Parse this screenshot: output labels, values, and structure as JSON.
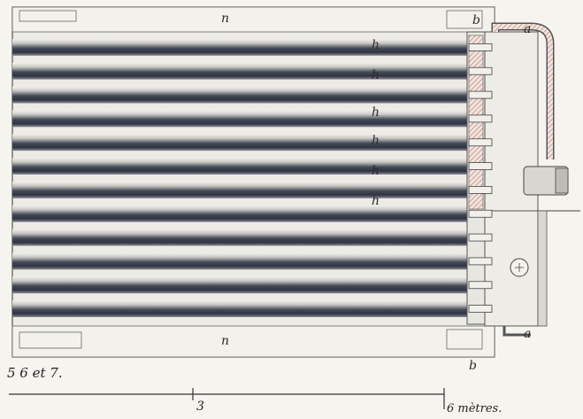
{
  "figure": {
    "caption": "5 6 et 7.",
    "labels": {
      "n_top": "n",
      "n_bottom": "n",
      "b_top": "b",
      "b_bottom": "b",
      "a_top": "a",
      "a_bottom": "a",
      "h": "h"
    },
    "scale": {
      "mid_label": "3",
      "end_label": "6 mètres."
    },
    "tube_count": 12,
    "colors": {
      "paper": "#f6f4ef",
      "tube_dark": "#3c4150",
      "tube_light": "#e9e8e2",
      "flange_hatch": "#c98a7a",
      "ink": "#2b2b2b"
    }
  }
}
